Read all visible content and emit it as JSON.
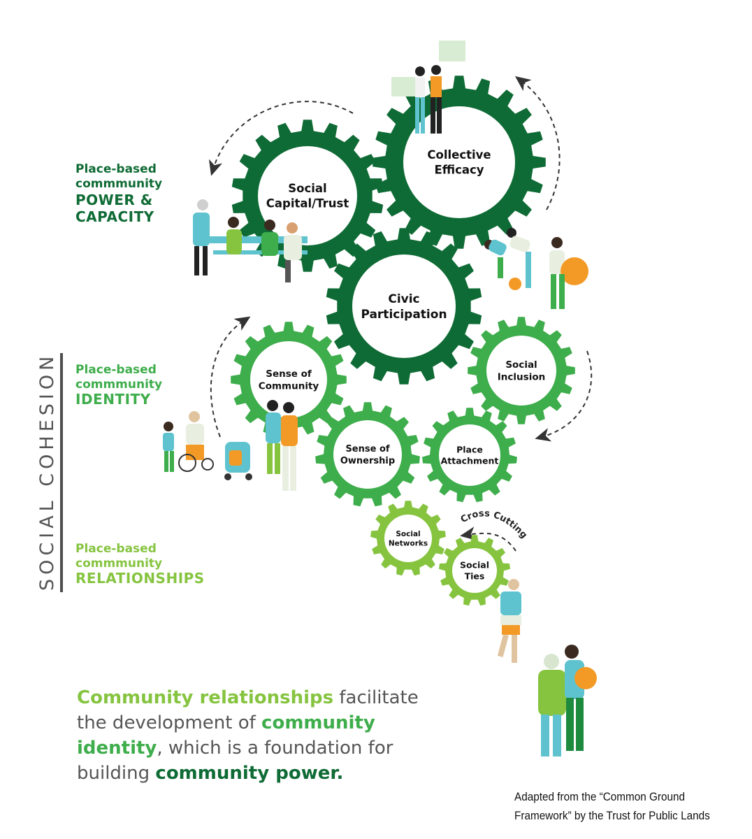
{
  "side_label": "SOCIAL COHESION",
  "tiers": {
    "power": {
      "line1": "Place-based",
      "line2": "commmunity",
      "line3": "POWER &",
      "line4": "CAPACITY"
    },
    "identity": {
      "line1": "Place-based",
      "line2": "commmunity",
      "line3": "IDENTITY"
    },
    "relationships": {
      "line1": "Place-based",
      "line2": "commmunity",
      "line3": "RELATIONSHIPS"
    }
  },
  "gears": {
    "social_capital": {
      "line1": "Social",
      "line2": "Capital/Trust"
    },
    "collective_efficacy": {
      "line1": "Collective",
      "line2": "Efficacy"
    },
    "civic_participation": {
      "line1": "Civic",
      "line2": "Participation"
    },
    "sense_of_community": {
      "line1": "Sense of",
      "line2": "Community"
    },
    "social_inclusion": {
      "line1": "Social",
      "line2": "Inclusion"
    },
    "sense_of_ownership": {
      "line1": "Sense of",
      "line2": "Ownership"
    },
    "place_attachment": {
      "line1": "Place",
      "line2": "Attachment"
    },
    "social_networks": {
      "line1": "Social",
      "line2": "Networks"
    },
    "social_ties": {
      "line1": "Social",
      "line2": "Ties"
    }
  },
  "cross_cutting": "Cross Cutting",
  "summary": {
    "p1": "Community relationships",
    "p2": " facilitate the development of ",
    "p3": "community identity",
    "p4": ", which is a foundation for building ",
    "p5": "community power."
  },
  "credit": {
    "line1": "Adapted from the “Common Ground",
    "line2": "Framework” by the Trust for Public Lands"
  },
  "colors": {
    "dark": "#0f6b35",
    "mid": "#3ead4b",
    "light": "#86c440",
    "orange": "#f39a26",
    "teal": "#5ec3cf"
  }
}
